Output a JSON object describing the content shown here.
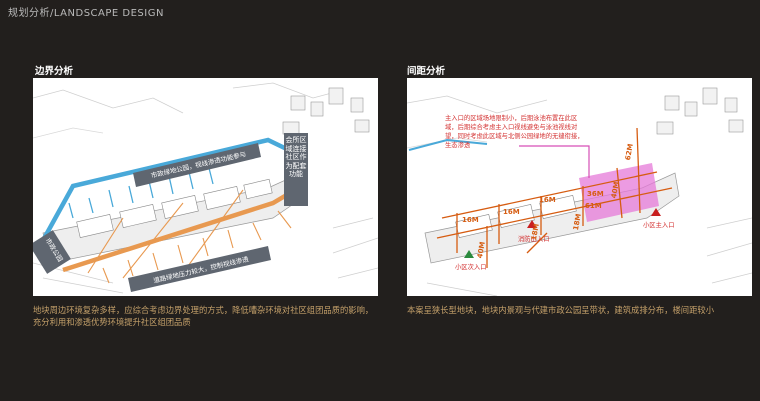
{
  "header": {
    "title": "规划分析/LANDSCAPE  DESIGN"
  },
  "left": {
    "title": "边界分析",
    "labels": {
      "top_arrow": "市政绿地公园，视线渗透功能参与",
      "right_box": "会所区域连接社区作为配套功能",
      "left_box": "市政公园",
      "bottom_arrow": "道路绿地压力较大，控制视线渗透"
    },
    "caption": "地块周边环境复杂多样，应综合考虑边界处理的方式，降低嘈杂环境对社区组团品质的影响，充分利用和渗透优势环境提升社区组团品质"
  },
  "right": {
    "title": "间距分析",
    "note": "主入口的区域场地限制小，后期泳池布置在此区域，后期综合考虑主入口视线避免与泳池视线对望，同时考虑此区域与北侧公园绿地的无缝衔接，生态渗透",
    "entrances": {
      "secondary_left": "小区次入口",
      "fire": "消防出入口",
      "main": "小区主入口"
    },
    "dims": [
      "16M",
      "16M",
      "16M",
      "36M",
      "62M",
      "40M",
      "40M",
      "18M",
      "18M",
      "61M"
    ],
    "caption": "本案呈狭长型地块，地块内景观与代建市政公园呈带状，建筑成排分布，楼间距较小"
  },
  "colors": {
    "background": "#221f1d",
    "caption": "#c4a06a",
    "blue_arrow": "#49a9d9",
    "orange_arrow": "#e89950",
    "pink_zone": "#e57ad8",
    "dimension": "#d65c11"
  }
}
